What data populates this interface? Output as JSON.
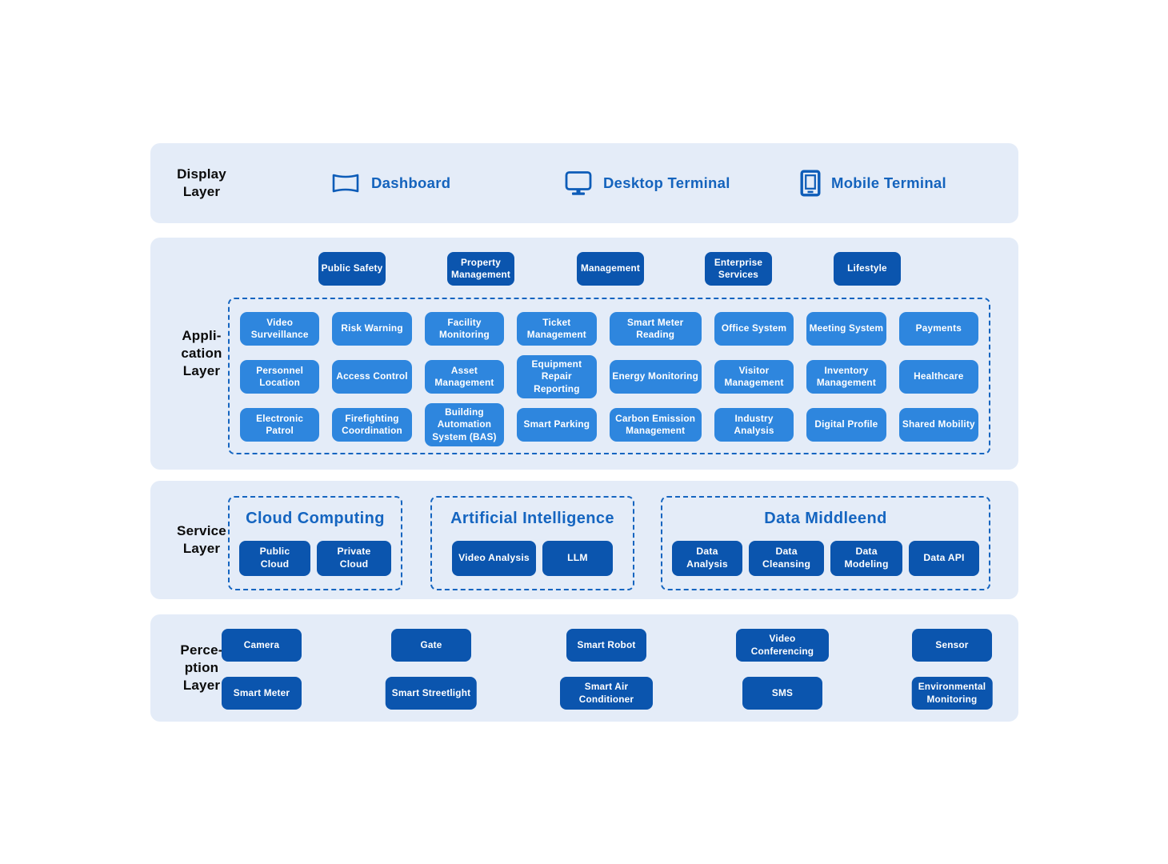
{
  "colors": {
    "page_bg": "#FFFFFF",
    "panel_bg": "#E4ECF8",
    "dark_button": "#0B55AE",
    "light_button": "#2E86DE",
    "title_blue": "#1565C0",
    "icon_blue": "#0D5CB8",
    "dashed_border": "#1565C0",
    "layer_label_text": "#0B0B0B",
    "button_text": "#FFFFFF"
  },
  "display_layer": {
    "label": "Display\nLayer",
    "items": [
      {
        "icon": "dashboard-icon",
        "label": "Dashboard"
      },
      {
        "icon": "desktop-terminal-icon",
        "label": "Desktop Terminal"
      },
      {
        "icon": "mobile-terminal-icon",
        "label": "Mobile Terminal"
      }
    ]
  },
  "application_layer": {
    "label": "Appli-\ncation\nLayer",
    "categories": [
      "Public Safety",
      "Property Management",
      "Management",
      "Enterprise Services",
      "Lifestyle"
    ],
    "modules": [
      "Video Surveillance",
      "Risk Warning",
      "Facility Monitoring",
      "Ticket Management",
      "Smart Meter Reading",
      "Office System",
      "Meeting System",
      "Payments",
      "Personnel Location",
      "Access Control",
      "Asset Management",
      "Equipment Repair Reporting",
      "Energy Monitoring",
      "Visitor Management",
      "Inventory Management",
      "Healthcare",
      "Electronic Patrol",
      "Firefighting Coordination",
      "Building Automation System (BAS)",
      "Smart Parking",
      "Carbon Emission Management",
      "Industry Analysis",
      "Digital Profile",
      "Shared Mobility"
    ]
  },
  "service_layer": {
    "label": "Service\nLayer",
    "groups": [
      {
        "title": "Cloud Computing",
        "items": [
          "Public Cloud",
          "Private Cloud"
        ]
      },
      {
        "title": "Artificial Intelligence",
        "items": [
          "Video Analysis",
          "LLM"
        ]
      },
      {
        "title": "Data Middleend",
        "items": [
          "Data Analysis",
          "Data Cleansing",
          "Data Modeling",
          "Data API"
        ]
      }
    ]
  },
  "perception_layer": {
    "label": "Perce-\nption\nLayer",
    "rows": [
      [
        "Camera",
        "Gate",
        "Smart Robot",
        "Video Conferencing",
        "Sensor"
      ],
      [
        "Smart Meter",
        "Smart Streetlight",
        "Smart Air Conditioner",
        "SMS",
        "Environmental Monitoring"
      ]
    ]
  }
}
